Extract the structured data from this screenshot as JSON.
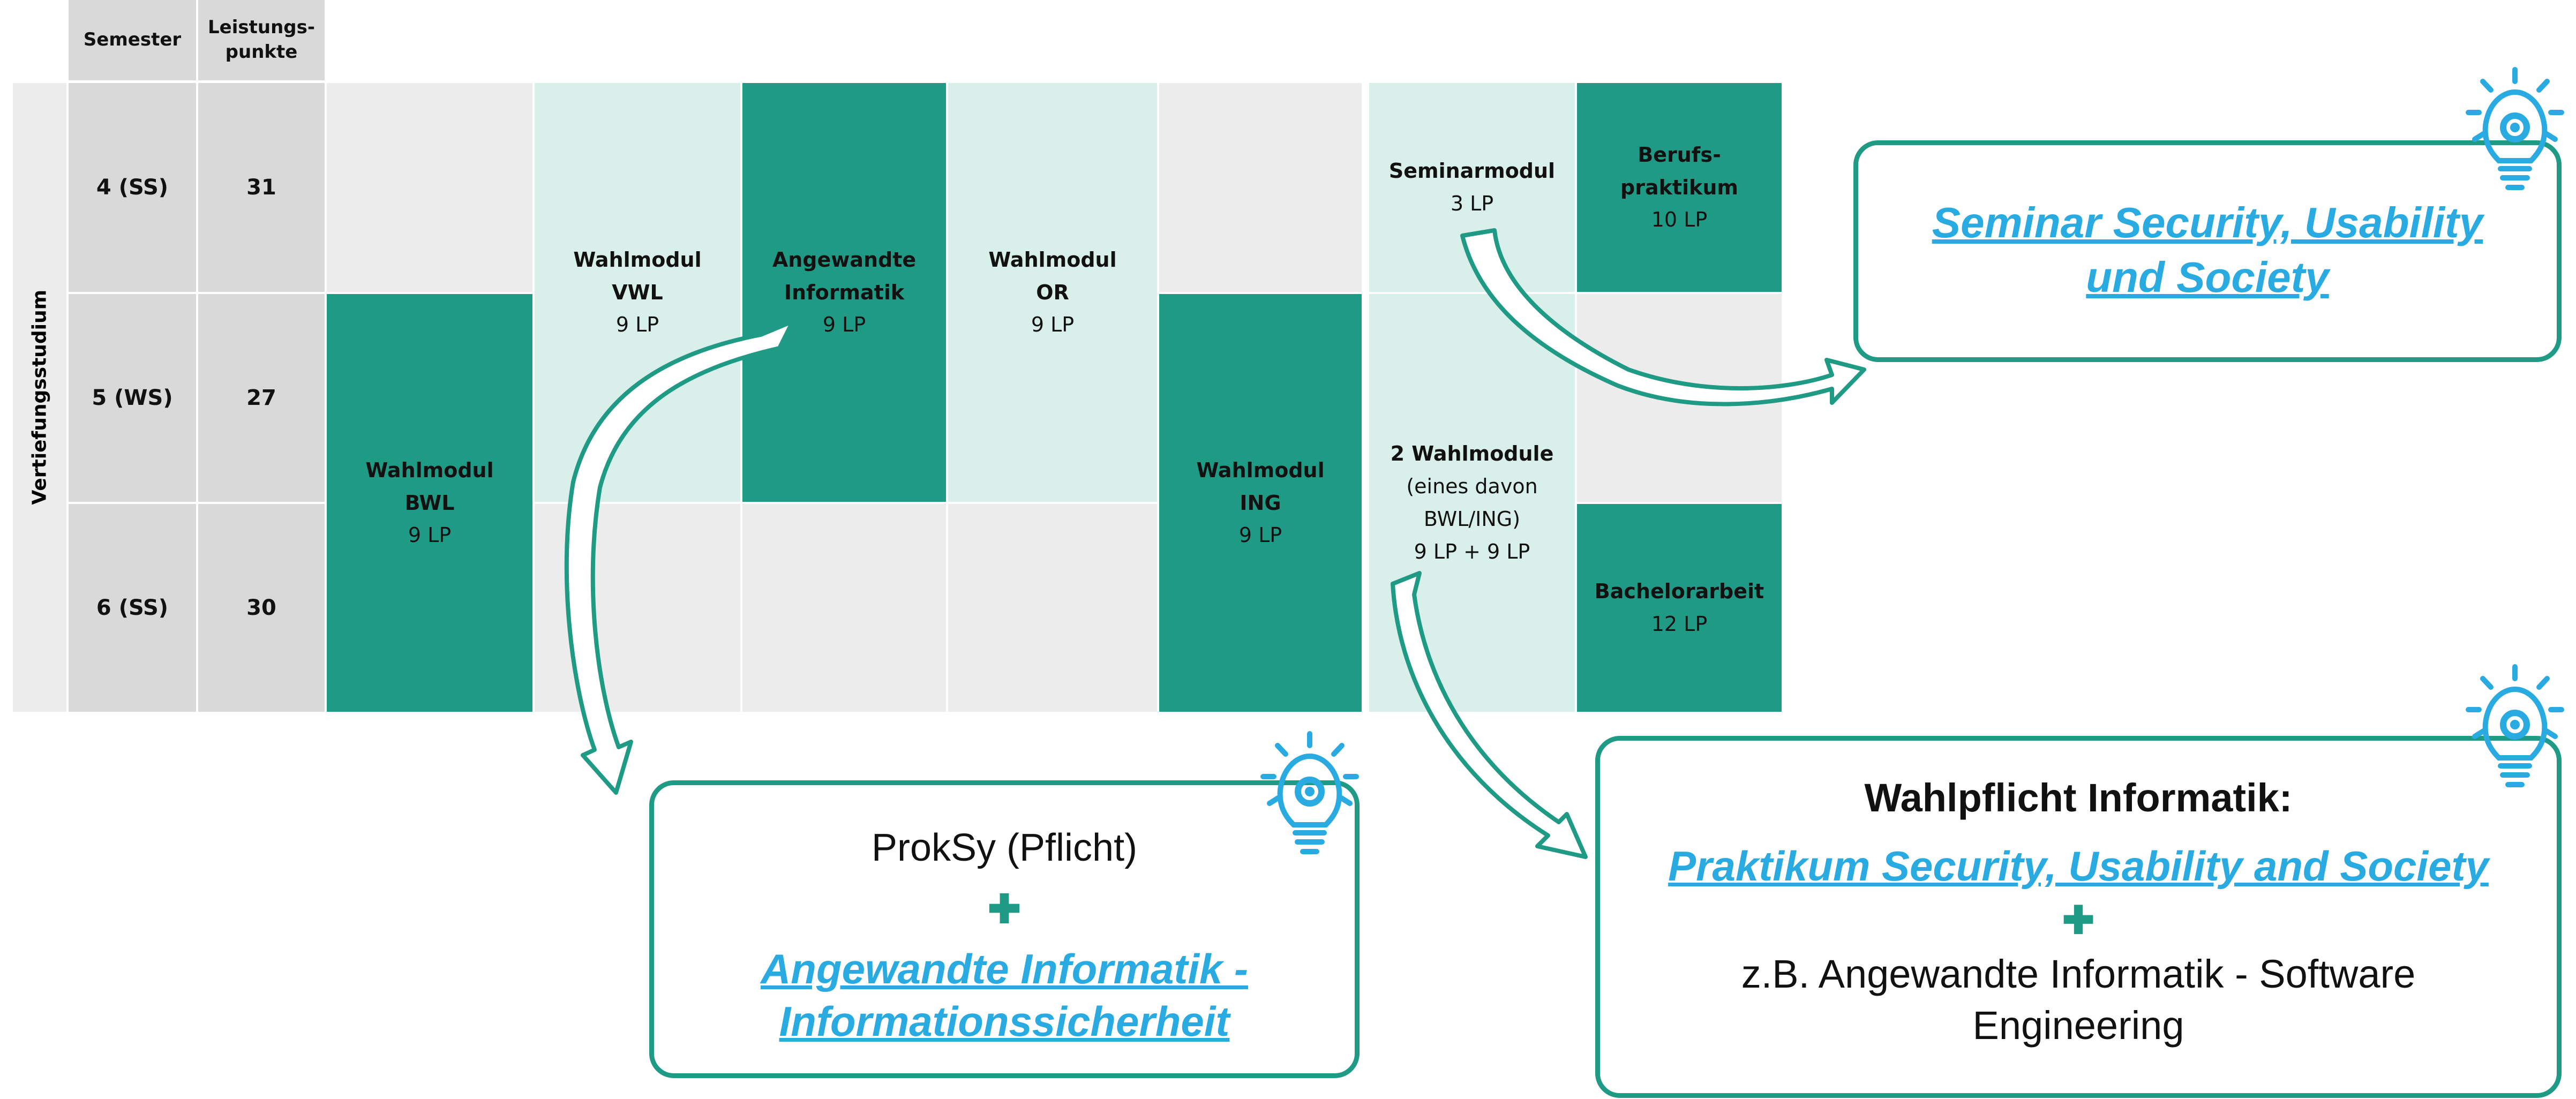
{
  "table": {
    "col_semester": "Semester",
    "col_lp": "Leistungs-\npunkte",
    "side_label": "Vertiefungsstudium",
    "rows": [
      {
        "semester": "4 (SS)",
        "lp": "31"
      },
      {
        "semester": "5 (WS)",
        "lp": "27"
      },
      {
        "semester": "6 (SS)",
        "lp": "30"
      }
    ],
    "modules": {
      "bwl": {
        "title": "Wahlmodul\nBWL",
        "lp": "9 LP"
      },
      "vwl": {
        "title": "Wahlmodul\nVWL",
        "lp": "9 LP"
      },
      "ai": {
        "title": "Angewandte\nInformatik",
        "lp": "9 LP"
      },
      "or": {
        "title": "Wahlmodul\nOR",
        "lp": "9 LP"
      },
      "ing": {
        "title": "Wahlmodul\nING",
        "lp": "9 LP"
      },
      "seminar": {
        "title": "Seminarmodul",
        "lp": "3 LP"
      },
      "beruf": {
        "title": "Berufs-\npraktikum",
        "lp": "10 LP"
      },
      "wahl2": {
        "title": "2 Wahlmodule",
        "sub": "(eines davon\nBWL/ING)",
        "lp": "9 LP + 9 LP"
      },
      "bachelor": {
        "title": "Bachelorarbeit",
        "lp": "12 LP"
      }
    }
  },
  "callouts": {
    "seminar": {
      "link": "Seminar Security, Usability\nund Society"
    },
    "proksy": {
      "line1": "ProkSy (Pflicht)",
      "plus": "✚",
      "link": "Angewandte Informatik -\nInformationssicherheit"
    },
    "wahlpflicht": {
      "heading": "Wahlpflicht Informatik:",
      "link": "Praktikum Security, Usability and Society",
      "plus": "✚",
      "text": "z.B. Angewandte Informatik - Software\nEngineering"
    }
  },
  "colors": {
    "teal": "#1f9a85",
    "mint": "#d9efea",
    "link": "#29abe2"
  },
  "icons": [
    "lightbulb-gear-icon"
  ]
}
